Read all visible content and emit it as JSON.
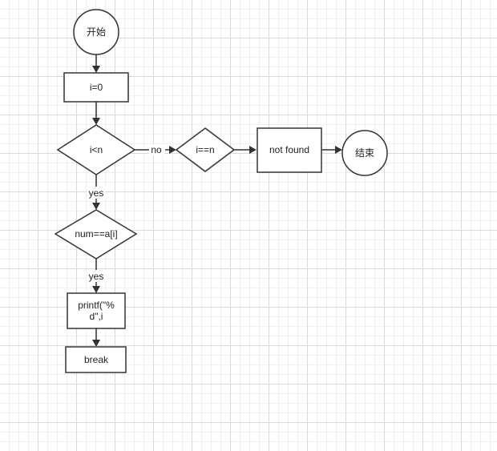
{
  "nodes": {
    "start": "开始",
    "init": "i=0",
    "loop_cond": "i<n",
    "check_end": "i==n",
    "not_found": "not found",
    "end": "结束",
    "compare": "num==a[i]",
    "print_line1": "printf(\"%",
    "print_line2": "d\",i",
    "break": "break"
  },
  "edges": {
    "loop_no": "no",
    "loop_yes": "yes",
    "compare_yes": "yes"
  }
}
